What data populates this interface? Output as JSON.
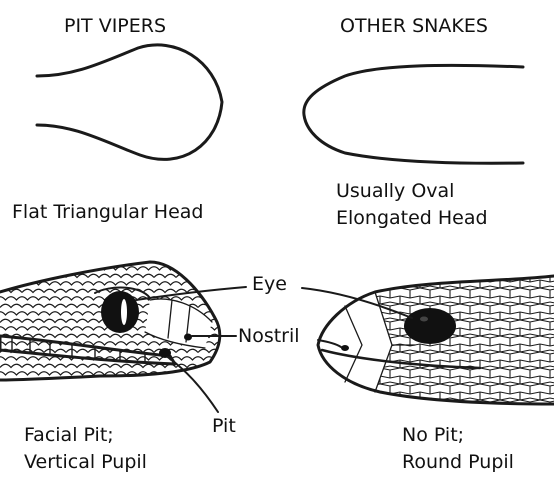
{
  "headings": {
    "left": "PIT VIPERS",
    "right": "OTHER SNAKES"
  },
  "head_shapes": {
    "left_caption": "Flat Triangular Head",
    "right_caption_lines": [
      "Usually Oval",
      "Elongated Head"
    ]
  },
  "callouts": {
    "eye": "Eye",
    "nostril": "Nostril",
    "pit": "Pit"
  },
  "captions": {
    "left_lines": [
      "Facial Pit;",
      "Vertical Pupil"
    ],
    "right_lines": [
      "No Pit;",
      "Round Pupil"
    ]
  },
  "colors": {
    "ink": "#1a1a1a",
    "background": "#ffffff"
  }
}
